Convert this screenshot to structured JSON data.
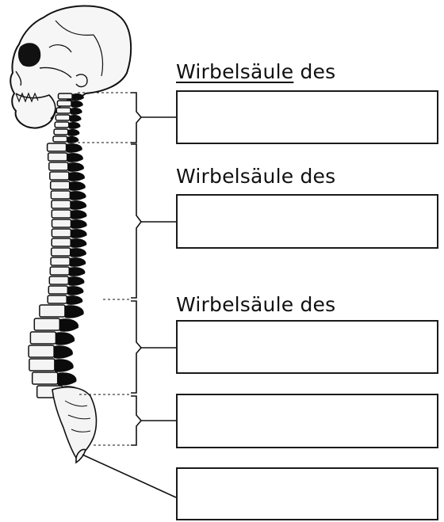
{
  "labels": {
    "first_word": "Wirbelsäule",
    "first_rest": " des",
    "second": "Wirbelsäule des",
    "third": "Wirbelsäule des"
  },
  "answer_boxes": [
    {
      "name": "cervical-answer-box",
      "value": ""
    },
    {
      "name": "thoracic-answer-box",
      "value": ""
    },
    {
      "name": "lumbar-answer-box",
      "value": ""
    },
    {
      "name": "sacral-answer-box",
      "value": ""
    },
    {
      "name": "coccyx-answer-box",
      "value": ""
    }
  ],
  "colors": {
    "ink": "#111111",
    "bone_fill": "#f4f4f4",
    "vertebra_dark": "#0b0b0b"
  }
}
